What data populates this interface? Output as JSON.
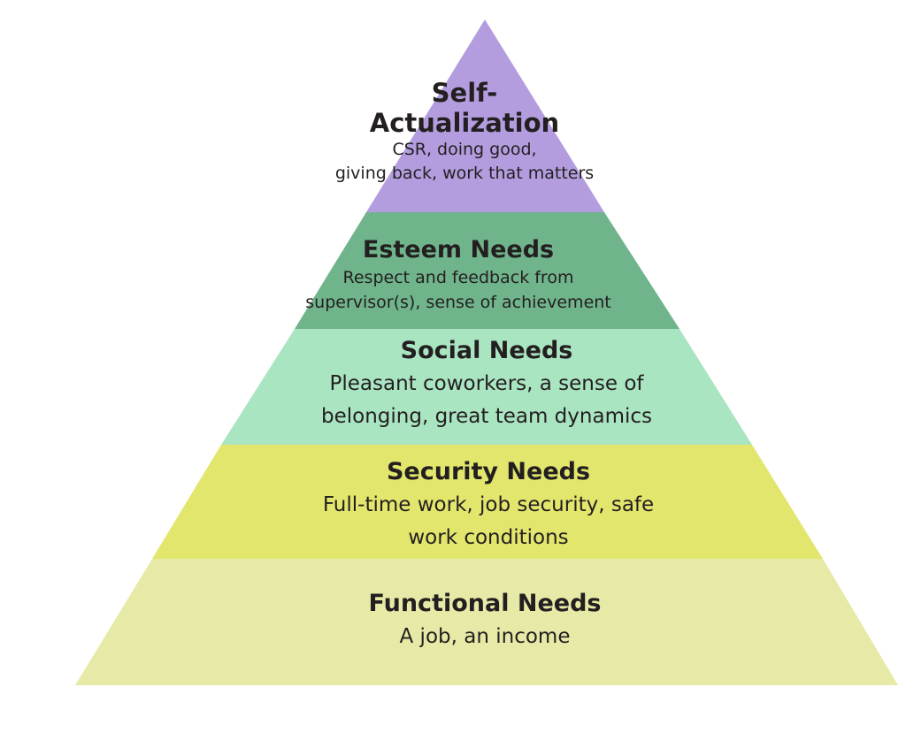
{
  "levels": [
    {
      "title": "Self-\nActualization",
      "title_lines": [
        "Self-",
        "Actualization"
      ],
      "desc_lines": [
        "CSR, doing good,",
        "giving back, work that matters"
      ],
      "color": "#b39ddf"
    },
    {
      "title": "Esteem Needs",
      "desc_lines": [
        "Respect and feedback from",
        "supervisor(s), sense of achievement"
      ],
      "color": "#70b48c"
    },
    {
      "title": "Social Needs",
      "desc_lines": [
        "Pleasant coworkers, a sense of",
        "belonging, great team dynamics"
      ],
      "color": "#aae5c2"
    },
    {
      "title": "Security Needs",
      "desc_lines": [
        "Full-time work, job security, safe",
        "work conditions"
      ],
      "color": "#e2e66c"
    },
    {
      "title": "Functional Needs",
      "desc_lines": [
        "A job, an income"
      ],
      "color": "#e7eaa6"
    }
  ]
}
